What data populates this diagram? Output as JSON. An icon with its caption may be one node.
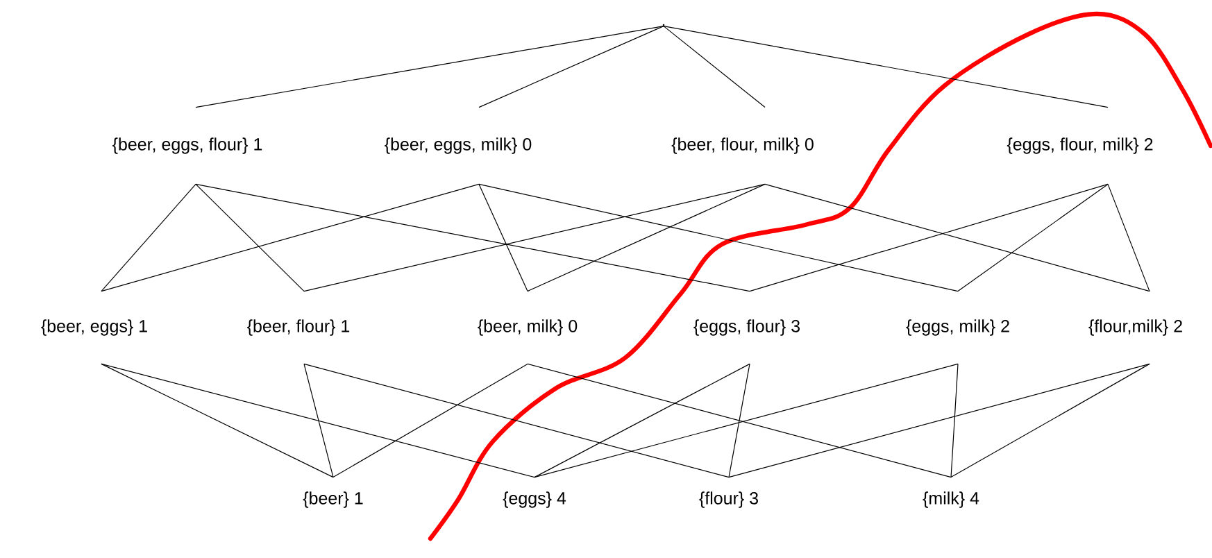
{
  "diagram": {
    "nodes": [
      {
        "text": [],
        "shape": "point"
      },
      {
        "text": [
          "{beer, eggs, flour} 1"
        ]
      },
      {
        "text": [
          "{beer, eggs, milk} 0"
        ]
      },
      {
        "text": [
          "{beer, flour, milk} 0"
        ]
      },
      {
        "text": [
          "{eggs, flour, milk} 2"
        ]
      },
      {
        "text": [
          "{beer, eggs} 1"
        ]
      },
      {
        "text": [
          "{beer, flour} 1"
        ]
      },
      {
        "text": [
          "{beer, milk} 0"
        ]
      },
      {
        "text": [
          "{eggs, flour} 3"
        ]
      },
      {
        "text": [
          "{eggs, milk} 2"
        ]
      },
      {
        "text": [
          "{flour,milk} 2"
        ]
      },
      {
        "text": [
          "{beer} 1"
        ]
      },
      {
        "text": [
          "{eggs} 4"
        ]
      },
      {
        "text": [
          "{flour} 3"
        ]
      },
      {
        "text": [
          "{milk} 4"
        ]
      }
    ],
    "edges": [
      {
        "from": 0,
        "to": 1,
        "arrow": "none"
      },
      {
        "from": 0,
        "to": 2,
        "arrow": "none"
      },
      {
        "from": 0,
        "to": 3,
        "arrow": "none"
      },
      {
        "from": 0,
        "to": 4,
        "arrow": "none"
      },
      {
        "from": 1,
        "to": 5,
        "arrow": "none"
      },
      {
        "from": 1,
        "to": 6,
        "arrow": "none"
      },
      {
        "from": 1,
        "to": 8,
        "arrow": "none"
      },
      {
        "from": 2,
        "to": 5,
        "arrow": "none"
      },
      {
        "from": 2,
        "to": 7,
        "arrow": "none"
      },
      {
        "from": 2,
        "to": 9,
        "arrow": "none"
      },
      {
        "from": 3,
        "to": 6,
        "arrow": "none"
      },
      {
        "from": 3,
        "to": 7,
        "arrow": "none"
      },
      {
        "from": 3,
        "to": 10,
        "arrow": "none"
      },
      {
        "from": 4,
        "to": 8,
        "arrow": "none"
      },
      {
        "from": 4,
        "to": 9,
        "arrow": "none"
      },
      {
        "from": 4,
        "to": 10,
        "arrow": "none"
      },
      {
        "from": 5,
        "to": 11,
        "arrow": "none"
      },
      {
        "from": 5,
        "to": 12,
        "arrow": "none"
      },
      {
        "from": 6,
        "to": 11,
        "arrow": "none"
      },
      {
        "from": 6,
        "to": 13,
        "arrow": "none"
      },
      {
        "from": 7,
        "to": 11,
        "arrow": "none"
      },
      {
        "from": 7,
        "to": 14,
        "arrow": "none"
      },
      {
        "from": 8,
        "to": 12,
        "arrow": "none"
      },
      {
        "from": 8,
        "to": 13,
        "arrow": "none"
      },
      {
        "from": 9,
        "to": 12,
        "arrow": "none"
      },
      {
        "from": 9,
        "to": 14,
        "arrow": "none"
      },
      {
        "from": 10,
        "to": 13,
        "arrow": "none"
      },
      {
        "from": 10,
        "to": 14,
        "arrow": "none"
      }
    ]
  }
}
